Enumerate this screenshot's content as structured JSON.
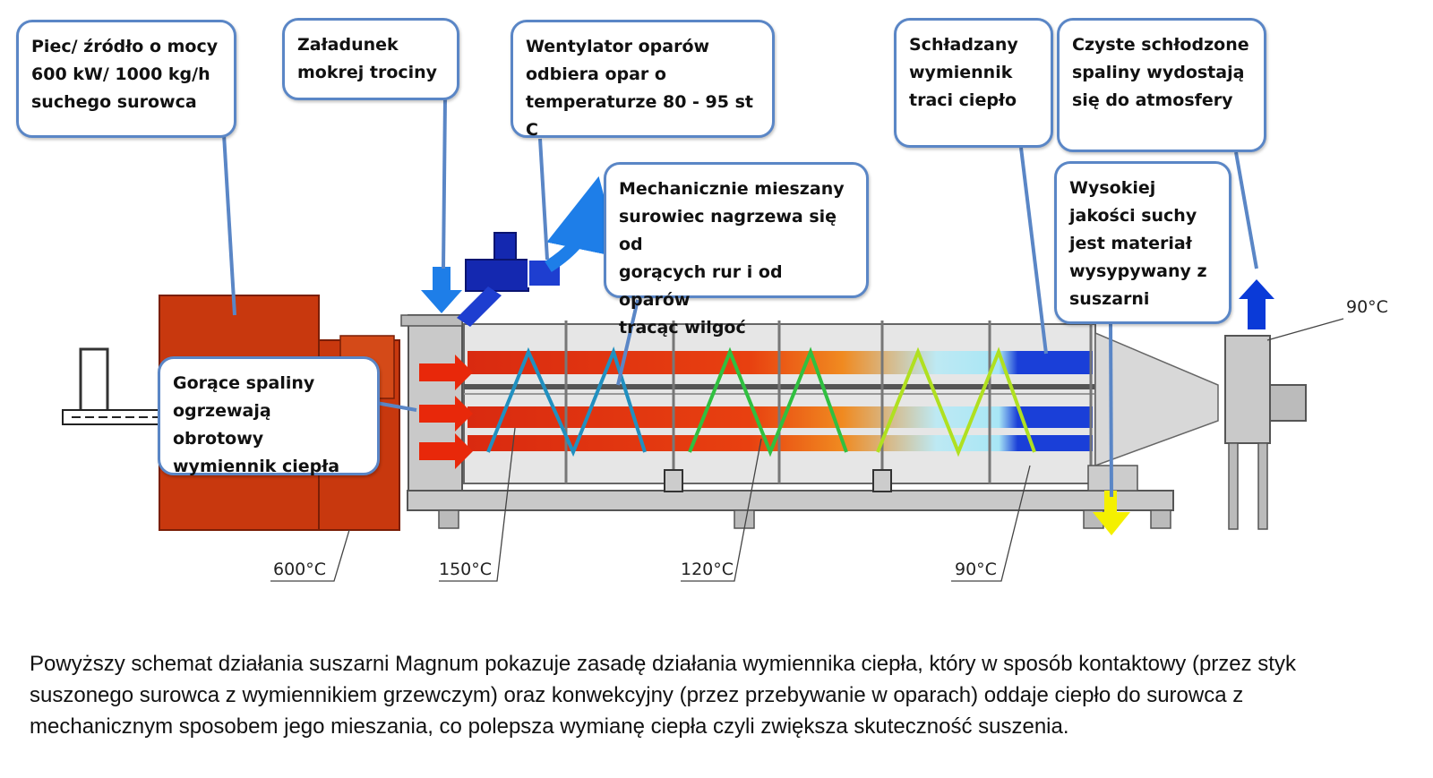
{
  "callouts": {
    "furnace": "Piec/ źródło o mocy\n600 kW/ 1000 kg/h\nsuchego surowca",
    "loading": "Załadunek\nmokrej trociny",
    "fan": "Wentylator oparów\nodbiera opar o\ntemperaturze 80 - 95 st C",
    "mixing": "Mechanicznie mieszany\nsurowiec nagrzewa się od\ngorących rur i od oparów\ntracąc wilgoć",
    "cooled_exchanger": "Schładzany\nwymiennik\ntraci ciepło",
    "clean_exhaust": "Czyste schłodzone\nspaliny wydostają\nsię do atmosfery",
    "dry_material": "Wysokiej\njakości suchy\njest materiał\nwysypywany z\nsuszarni",
    "hot_gases": "Gorące spaliny\nogrzewają obrotowy\nwymiennik ciepła"
  },
  "temperatures": {
    "t600": "600°C",
    "t150": "150°C",
    "t120": "120°C",
    "t90_bottom": "90°C",
    "t90_outlet": "90°C"
  },
  "caption": "Powyższy schemat działania suszarni Magnum pokazuje zasadę działania wymiennika ciepła, który w sposób kontaktowy (przez styk suszonego surowca z wymiennikiem grzewczym) oraz konwekcyjny (przez przebywanie w oparach) oddaje ciepło do surowca z mechanicznym sposobem jego mieszania, co polepsza wymianę ciepła czyli zwiększa skuteczność suszenia.",
  "colors": {
    "furnace": "#c8380e",
    "callout_border": "#5a86c6",
    "arrow_blue": "#1e7ee8",
    "arrow_red": "#e8280a",
    "arrow_yellow": "#f4f000",
    "outlet_blue": "#0a3ad8"
  }
}
